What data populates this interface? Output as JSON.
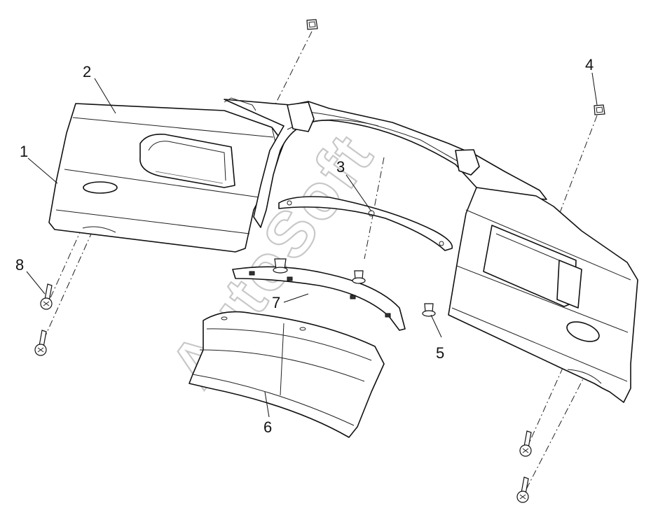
{
  "callouts": [
    {
      "id": "1",
      "label": "1"
    },
    {
      "id": "2",
      "label": "2"
    },
    {
      "id": "3",
      "label": "3"
    },
    {
      "id": "4",
      "label": "4"
    },
    {
      "id": "5",
      "label": "5"
    },
    {
      "id": "6",
      "label": "6"
    },
    {
      "id": "7",
      "label": "7"
    },
    {
      "id": "8",
      "label": "8"
    }
  ],
  "watermark": "AutoSoft"
}
